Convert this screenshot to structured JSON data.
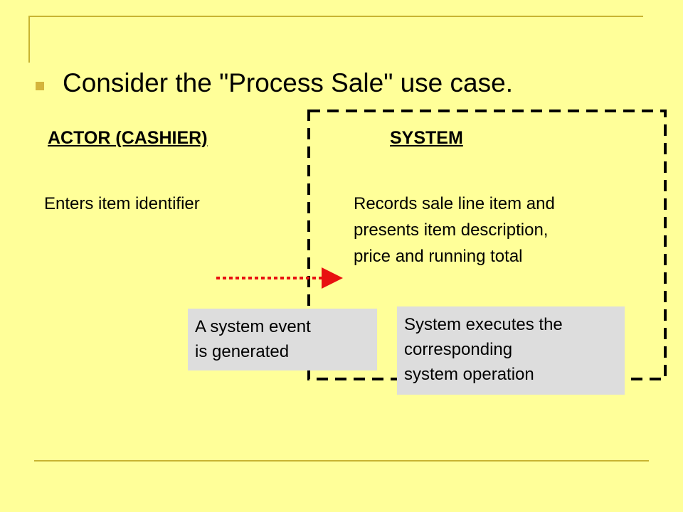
{
  "slide": {
    "title": "Consider the \"Process Sale\" use case.",
    "actor_heading": "ACTOR (CASHIER)",
    "system_heading": "SYSTEM",
    "actor_action": "Enters item identifier",
    "system_response": [
      "Records sale line item and",
      "presents item description,",
      "price and running total"
    ],
    "event_callout": [
      "A system event",
      "is generated"
    ],
    "operation_callout": [
      "System executes the",
      "corresponding",
      "system operation"
    ]
  },
  "colors": {
    "background": "#FFFF99",
    "accent_line": "#C8B432",
    "arrow": "#E81010",
    "callout_bg": "#DDDDDD"
  }
}
